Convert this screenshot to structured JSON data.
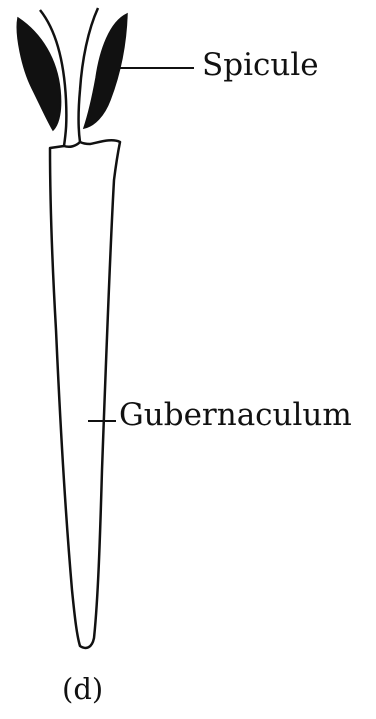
{
  "figure": {
    "labels": {
      "spicule": "Spicule",
      "gubernaculum": "Gubernaculum",
      "panel": "(d)"
    },
    "colors": {
      "ink": "#111111",
      "background": "#ffffff"
    }
  }
}
